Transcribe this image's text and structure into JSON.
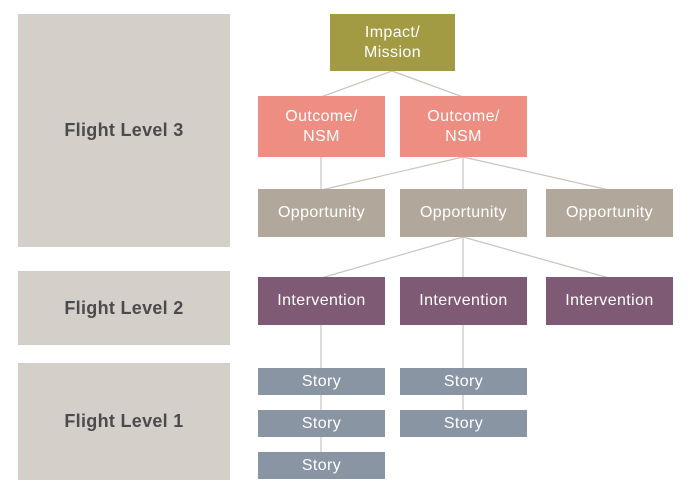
{
  "colors": {
    "background": "#ffffff",
    "band": "#d5cfca",
    "band_text": "#4b4b4d",
    "impact": "#a39b44",
    "outcome": "#ee8d82",
    "opportunity": "#b2a79b",
    "intervention": "#7e5a75",
    "story": "#8995a3",
    "connector": "#c8c4c0",
    "node_text": "#ffffff"
  },
  "flight_levels": [
    {
      "label": "Flight Level 3"
    },
    {
      "label": "Flight Level 2"
    },
    {
      "label": "Flight Level 1"
    }
  ],
  "nodes": {
    "impact": {
      "lines": [
        "Impact/",
        "Mission"
      ]
    },
    "outcome1": {
      "lines": [
        "Outcome/",
        "NSM"
      ]
    },
    "outcome2": {
      "lines": [
        "Outcome/",
        "NSM"
      ]
    },
    "opportunity1": {
      "label": "Opportunity"
    },
    "opportunity2": {
      "label": "Opportunity"
    },
    "opportunity3": {
      "label": "Opportunity"
    },
    "intervention1": {
      "label": "Intervention"
    },
    "intervention2": {
      "label": "Intervention"
    },
    "intervention3": {
      "label": "Intervention"
    },
    "story1a": {
      "label": "Story"
    },
    "story1b": {
      "label": "Story"
    },
    "story1c": {
      "label": "Story"
    },
    "story2a": {
      "label": "Story"
    },
    "story2b": {
      "label": "Story"
    }
  },
  "edges": [
    [
      "impact",
      "outcome1"
    ],
    [
      "impact",
      "outcome2"
    ],
    [
      "outcome1",
      "opportunity1"
    ],
    [
      "outcome2",
      "opportunity1"
    ],
    [
      "outcome2",
      "opportunity2"
    ],
    [
      "outcome2",
      "opportunity3"
    ],
    [
      "opportunity2",
      "intervention1"
    ],
    [
      "opportunity2",
      "intervention2"
    ],
    [
      "opportunity2",
      "intervention3"
    ],
    [
      "intervention1",
      "story1a"
    ],
    [
      "story1a",
      "story1b"
    ],
    [
      "story1b",
      "story1c"
    ],
    [
      "intervention2",
      "story2a"
    ],
    [
      "story2a",
      "story2b"
    ]
  ]
}
